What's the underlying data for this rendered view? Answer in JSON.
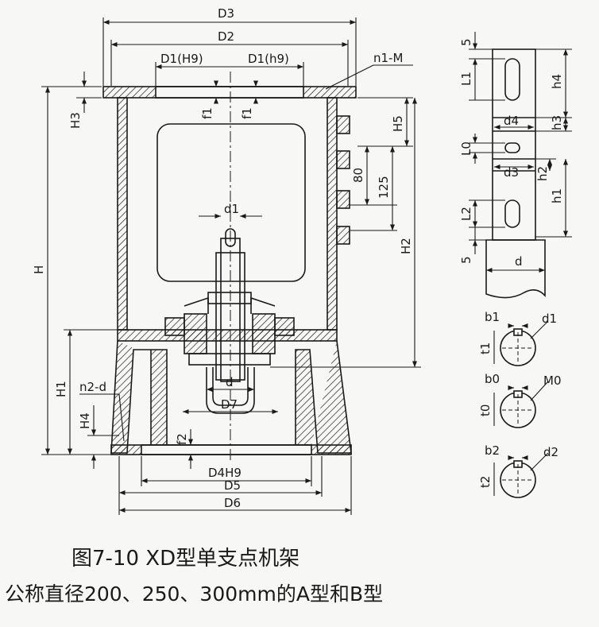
{
  "colors": {
    "line": "#1a1a1a",
    "paper": "#f7f7f5"
  },
  "labels": {
    "D3": "D3",
    "D2": "D2",
    "D1H9": "D1(H9)",
    "D1h9": "D1(h9)",
    "n1M": "n1-M",
    "H3": "H3",
    "f1a": "f1",
    "f1b": "f1",
    "H5": "H5",
    "n80": "80",
    "n125": "125",
    "H": "H",
    "H2": "H2",
    "d1": "d1",
    "H1": "H1",
    "n2d": "n2-d",
    "H4": "H4",
    "d": "d",
    "D7": "D7",
    "f2": "f2",
    "D4H9": "D4H9",
    "D5": "D5",
    "D6": "D6",
    "s5a": "5",
    "L1": "L1",
    "h4": "h4",
    "d4": "d4",
    "h3": "h3",
    "L0": "L0",
    "d3": "d3",
    "h2": "h2",
    "h1": "h1",
    "L2": "L2",
    "s5b": "5",
    "dR": "d",
    "b1": "b1",
    "d1s": "d1",
    "t1": "t1",
    "b0": "b0",
    "M0": "M0",
    "t0": "t0",
    "b2": "b2",
    "d2": "d2",
    "t2": "t2"
  },
  "caption": {
    "line1": "图7-10 XD型单支点机架",
    "line2": "公称直径200、250、300mm的A型和B型"
  }
}
